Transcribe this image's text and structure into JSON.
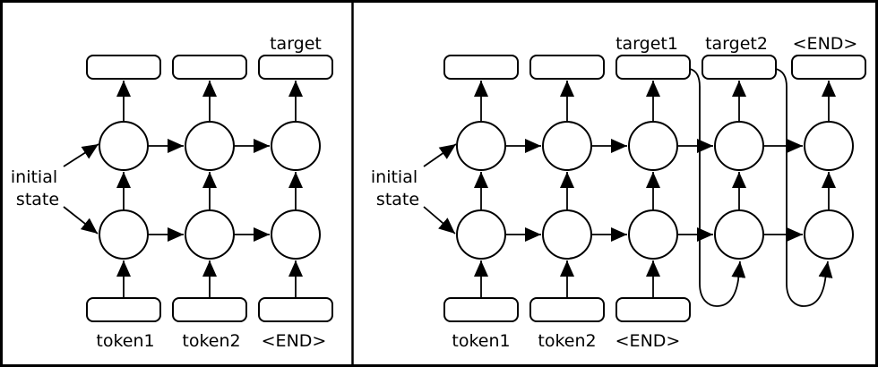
{
  "colors": {
    "ink": "#000000",
    "background": "#ffffff"
  },
  "left_panel": {
    "initial_state": {
      "line1": "initial",
      "line2": "state"
    },
    "top_labels": {
      "target": "target"
    },
    "bottom_labels": {
      "token1": "token1",
      "token2": "token2",
      "end": "<END>"
    }
  },
  "right_panel": {
    "initial_state": {
      "line1": "initial",
      "line2": "state"
    },
    "top_labels": {
      "target1": "target1",
      "target2": "target2",
      "end": "<END>"
    },
    "bottom_labels": {
      "token1": "token1",
      "token2": "token2",
      "end": "<END>"
    }
  }
}
